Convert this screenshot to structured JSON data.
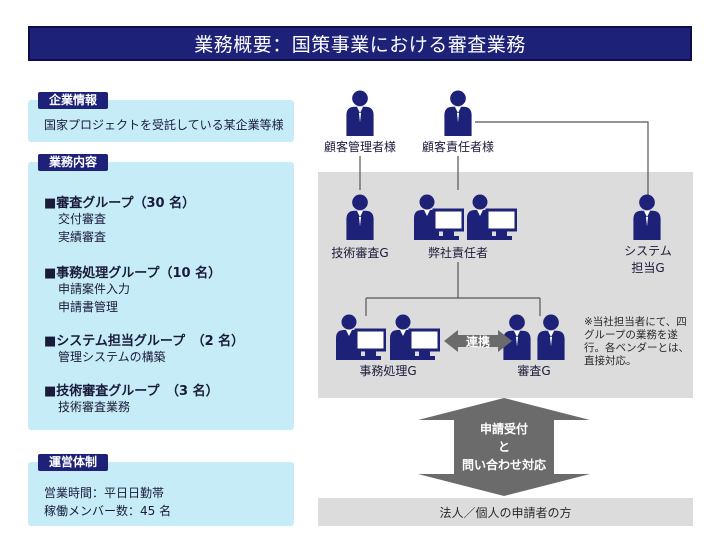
{
  "title": "業務概要：国策事業における審査業務",
  "company": {
    "tag": "企業情報",
    "text": "国家プロジェクトを受託している某企業等様"
  },
  "business": {
    "tag": "業務内容",
    "groups": [
      {
        "title": "■審査グループ（30 名）",
        "items": [
          "交付審査",
          "実績審査"
        ]
      },
      {
        "title": "■事務処理グループ（10 名）",
        "items": [
          "申請案件入力",
          "申請書管理"
        ]
      },
      {
        "title": "■システム担当グループ　（2 名）",
        "items": [
          "管理システムの構築"
        ]
      },
      {
        "title": "■技術審査グループ　（3 名）",
        "items": [
          "技術審査業務"
        ]
      }
    ]
  },
  "operation": {
    "tag": "運営体制",
    "hours": "営業時間：平日日勤帯",
    "members": "稼働メンバー数：45 名"
  },
  "diagram": {
    "client_manager": "顧客管理者様",
    "client_responsible": "顧客責任者様",
    "tech_review": "技術審査G",
    "our_responsible": "弊社責任者",
    "system_line1": "システム",
    "system_line2": "担当G",
    "admin": "事務処理G",
    "review": "審査G",
    "renkei": "連携",
    "note": "※当社担当者にて、四グループの業務を遂行。各ベンダーとは、直接対応。",
    "arrow_line1": "申請受付",
    "arrow_line2": "と",
    "arrow_line3": "問い合わせ対応",
    "bottom": "法人／個人の申請者の方"
  },
  "colors": {
    "navy": "#1d2278",
    "light_blue": "#c6ecf8",
    "gray_panel": "#dcdcdc",
    "arrow_gray": "#6b6b6b"
  }
}
